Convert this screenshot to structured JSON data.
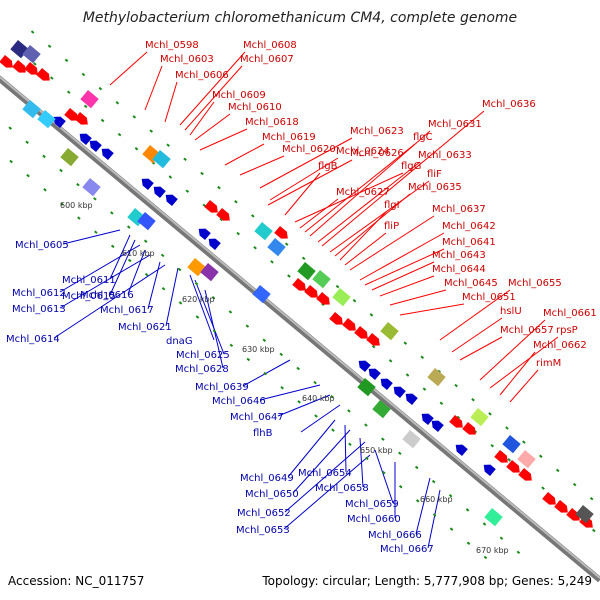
{
  "title": "Methylobacterium chloromethanicum CM4, complete genome",
  "accession": "Accession: NC_011757",
  "topology": "Topology: circular; Length: 5,777,908 bp; Genes: 5,249",
  "colors": {
    "backbone": "#888888",
    "forward_gene": "#ff0000",
    "reverse_gene": "#0000cc",
    "forward_label": "#cc0000",
    "reverse_label": "#0000aa",
    "ruler_dot": "#1a8a1a"
  },
  "ruler_ticks": [
    "600 kbp",
    "610 kbp",
    "620 kbp",
    "630 kbp",
    "640 kbp",
    "650 kbp",
    "660 kbp",
    "670 kbp"
  ],
  "forward_labels": [
    "Mchl_0598",
    "Mchl_0603",
    "Mchl_0606",
    "Mchl_0608",
    "Mchl_0607",
    "Mchl_0609",
    "Mchl_0610",
    "Mchl_0618",
    "Mchl_0619",
    "Mchl_0620",
    "Mchl_0623",
    "Mchl_0624",
    "Mchl_0626",
    "flgB",
    "flgG",
    "Mchl_0627",
    "flgC",
    "Mchl_0631",
    "Mchl_0633",
    "Mchl_0636",
    "fliF",
    "Mchl_0635",
    "flgI",
    "fliP",
    "Mchl_0637",
    "Mchl_0642",
    "Mchl_0641",
    "Mchl_0643",
    "Mchl_0644",
    "Mchl_0645",
    "Mchl_0651",
    "Mchl_0655",
    "hslU",
    "Mchl_0657",
    "Mchl_0661",
    "rpsP",
    "Mchl_0662",
    "rimM"
  ],
  "reverse_labels": [
    "Mchl_0605",
    "Mchl_0611",
    "Mchl_0615",
    "Mchl_0612",
    "Mchl_0616",
    "Mchl_0613",
    "Mchl_0617",
    "Mchl_0614",
    "Mchl_0621",
    "dnaG",
    "Mchl_0625",
    "Mchl_0628",
    "Mchl_0639",
    "Mchl_0646",
    "Mchl_0647",
    "flhB",
    "Mchl_0649",
    "Mchl_0654",
    "Mchl_0650",
    "Mchl_0658",
    "Mchl_0652",
    "Mchl_0659",
    "Mchl_0653",
    "Mchl_0660",
    "Mchl_0666",
    "Mchl_0667"
  ]
}
